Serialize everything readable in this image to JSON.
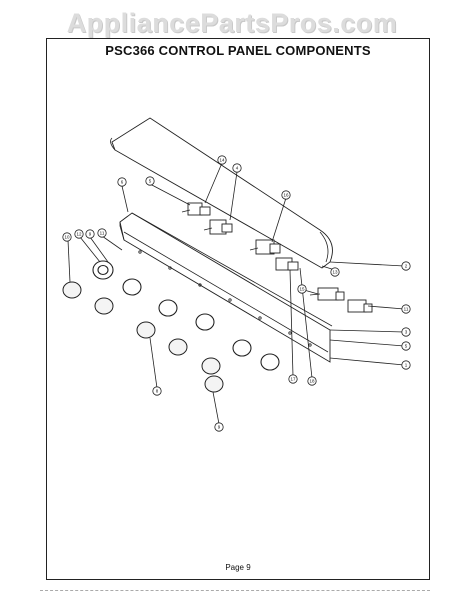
{
  "watermark": "AppliancePartsPros.com",
  "title": "PSC366 CONTROL PANEL COMPONENTS",
  "page_label": "Page 9",
  "callouts": [
    {
      "n": "6"
    },
    {
      "n": "5"
    },
    {
      "n": "4"
    },
    {
      "n": "14"
    },
    {
      "n": "16"
    },
    {
      "n": "10"
    },
    {
      "n": "12"
    },
    {
      "n": "9"
    },
    {
      "n": "11"
    },
    {
      "n": "2"
    },
    {
      "n": "15"
    },
    {
      "n": "11"
    },
    {
      "n": "3"
    },
    {
      "n": "5"
    },
    {
      "n": "1"
    },
    {
      "n": "17"
    },
    {
      "n": "18"
    },
    {
      "n": "8"
    },
    {
      "n": "9"
    },
    {
      "n": "13"
    }
  ]
}
